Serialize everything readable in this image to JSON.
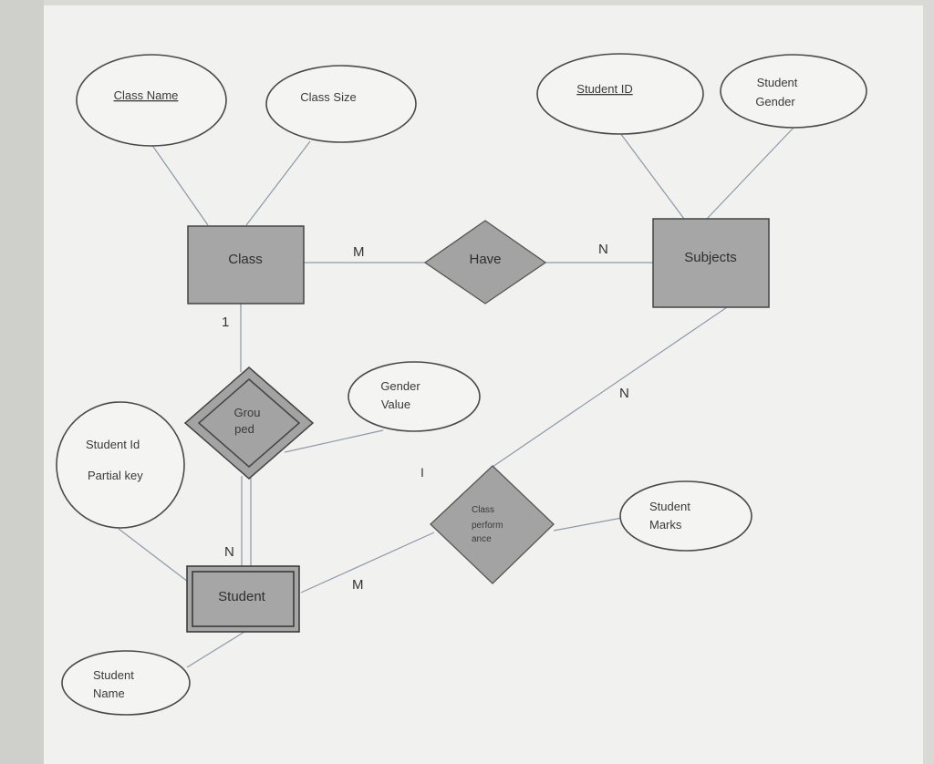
{
  "attributes": {
    "class_name": "Class Name",
    "class_size": "Class Size",
    "student_id": "Student ID",
    "student_gender": [
      "Student",
      "Gender"
    ],
    "gender_value": [
      "Gender",
      "Value"
    ],
    "student_id_partial": [
      "Student Id",
      "Partial key"
    ],
    "student_marks": [
      "Student",
      "Marks"
    ],
    "student_name": [
      "Student",
      "Name"
    ]
  },
  "entities": {
    "class": "Class",
    "subjects": "Subjects",
    "student": "Student"
  },
  "relationships": {
    "have": "Have",
    "grouped": [
      "Grou",
      "ped"
    ],
    "class_performance": [
      "Class",
      "perform",
      "ance"
    ]
  },
  "cardinalities": {
    "class_have": "M",
    "have_subjects": "N",
    "class_grouped": "1",
    "grouped_student": "N",
    "subjects_perf": "N",
    "student_perf": "M",
    "stray_mark": "I"
  },
  "colors": {
    "paper": "#f1f1ef",
    "entity_fill": "#a6a6a6",
    "relation_fill": "#a3a3a3",
    "line": "#8c9aa6",
    "outline": "#555555"
  }
}
